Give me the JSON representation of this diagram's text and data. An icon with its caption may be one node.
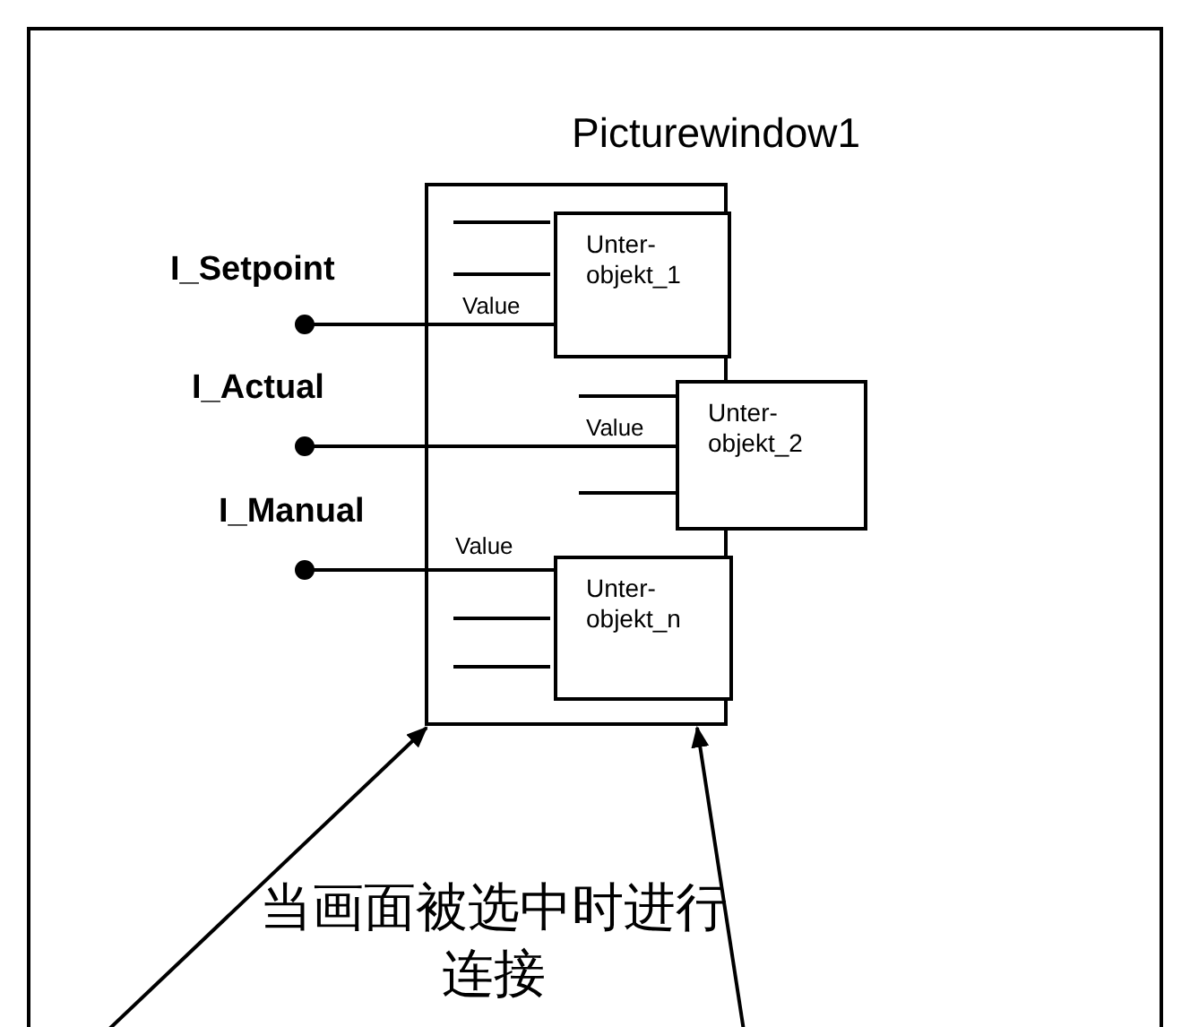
{
  "diagram": {
    "nodes": [
      {
        "text": [
          "Picturewindow1"
        ]
      },
      {
        "text": [
          "Unter- objekt_1"
        ],
        "in": 0
      },
      {
        "text": [
          "Unter- objekt_2"
        ]
      },
      {
        "text": [
          "Unter- objekt_n"
        ],
        "in": 0
      },
      {
        "text": [
          "I_Setpoint"
        ]
      },
      {
        "text": [
          "I_Actual"
        ]
      },
      {
        "text": [
          "I_Manual"
        ]
      }
    ],
    "edges": [
      {
        "from": 4,
        "to": 1,
        "arrow": "other",
        "label": "Value"
      },
      {
        "from": 5,
        "to": 2,
        "arrow": "other",
        "label": "Value"
      },
      {
        "from": 6,
        "to": 3,
        "arrow": "other",
        "label": "Value"
      },
      {
        "from": null,
        "to": 0,
        "arrow": "to"
      },
      {
        "from": null,
        "to": 0,
        "arrow": "to"
      }
    ],
    "labels": [
      "当画面被选中时进行连接"
    ]
  }
}
